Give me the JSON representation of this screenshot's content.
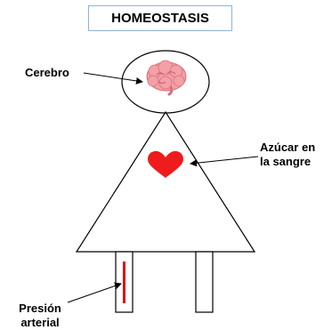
{
  "title": "HOMEOSTASIS",
  "labels": {
    "brain": "Cerebro",
    "sugar_line1": "Azúcar en",
    "sugar_line2": "la sangre",
    "pressure_line1": "Presión",
    "pressure_line2": "arterial"
  },
  "colors": {
    "heart": "#ee1c1c",
    "brain": "#f3a0a6",
    "pressure_bar": "#e01010",
    "title_border": "#8fb4d9",
    "outline": "#000000"
  },
  "icons": {
    "brain": "brain-icon",
    "heart": "heart-icon"
  }
}
